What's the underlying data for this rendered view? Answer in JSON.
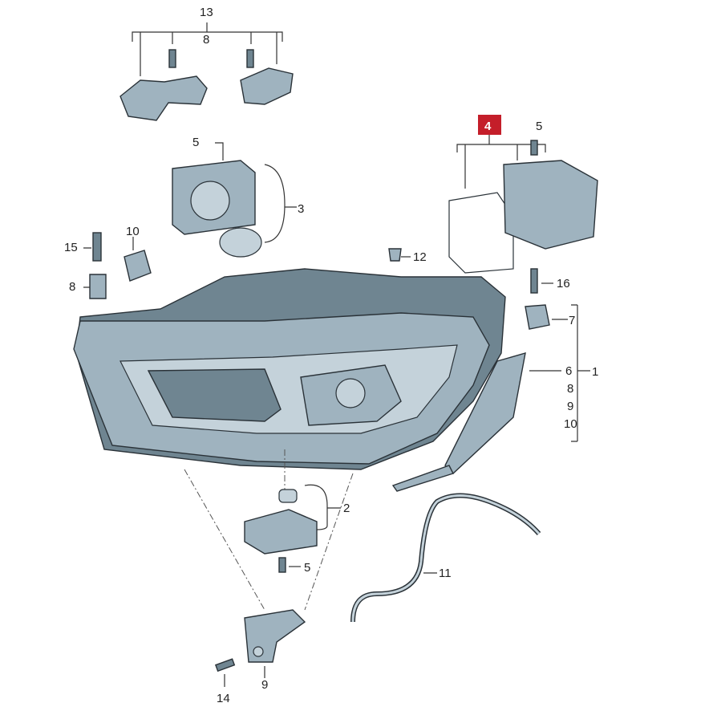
{
  "diagram": {
    "title_callout": "4",
    "highlight_color": "#c41e2a",
    "callouts": {
      "c13": "13",
      "c8_top": "8",
      "c5_a": "5",
      "c3": "3",
      "c5_b": "5",
      "c15": "15",
      "c10_a": "10",
      "c12": "12",
      "c16": "16",
      "c8_left": "8",
      "c7": "7",
      "c6": "6",
      "c1": "1",
      "c8_right": "8",
      "c9_right": "9",
      "c10_right": "10",
      "c2": "2",
      "c5_c": "5",
      "c11": "11",
      "c14": "14",
      "c9_bottom": "9"
    }
  }
}
